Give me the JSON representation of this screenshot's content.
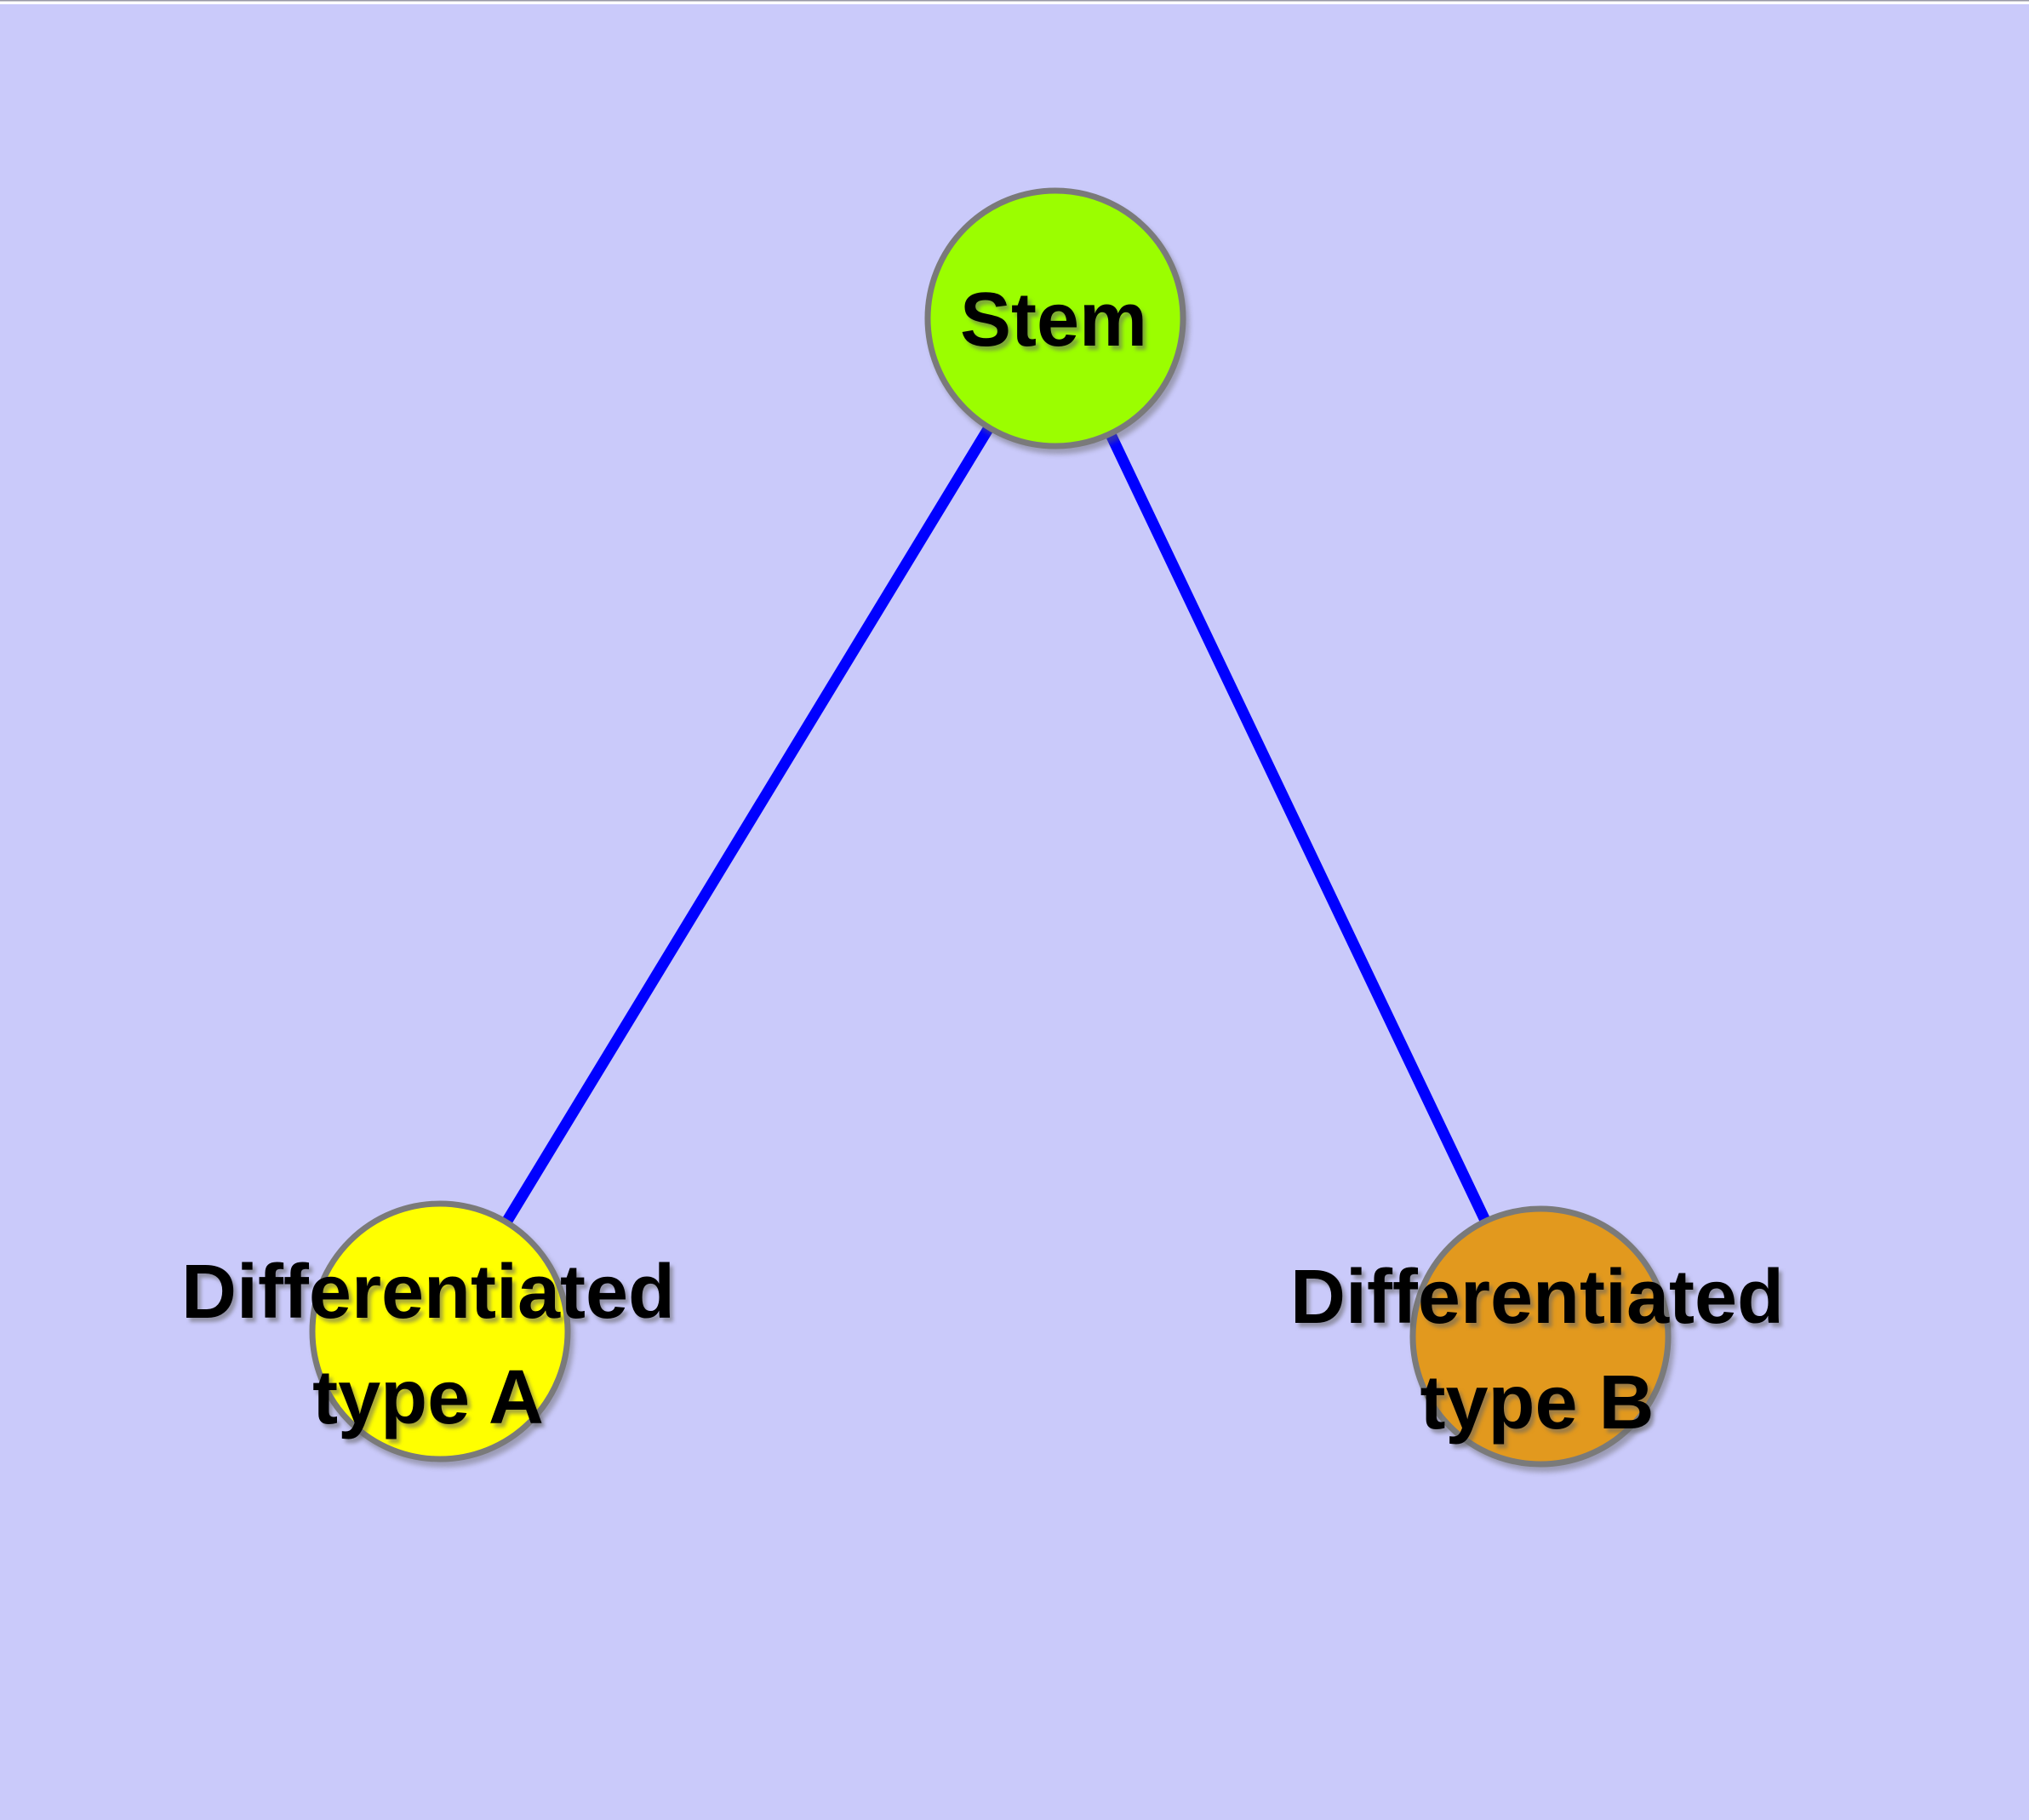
{
  "diagram": {
    "type": "graph",
    "background_color": "#CACAFA",
    "top_strip_color": "#FFFFFF",
    "top_hairline_color": "#9999A6",
    "edge_color": "#0000FF",
    "node_border_color": "#7A7A7A",
    "label_color": "#000000",
    "nodes": {
      "stem": {
        "label": "Stem",
        "fill": "#9BFE00"
      },
      "type_a": {
        "label": "Differentiated type A",
        "label_line1": "Differentiated",
        "label_line2": "type A",
        "fill": "#FFFF00"
      },
      "type_b": {
        "label": "Differentiated type B",
        "label_line1": "Differentiated",
        "label_line2": "type B",
        "fill": "#E2991E"
      }
    },
    "edges": [
      {
        "from": "Stem",
        "to": "Differentiated type A"
      },
      {
        "from": "Stem",
        "to": "Differentiated type B"
      }
    ]
  }
}
